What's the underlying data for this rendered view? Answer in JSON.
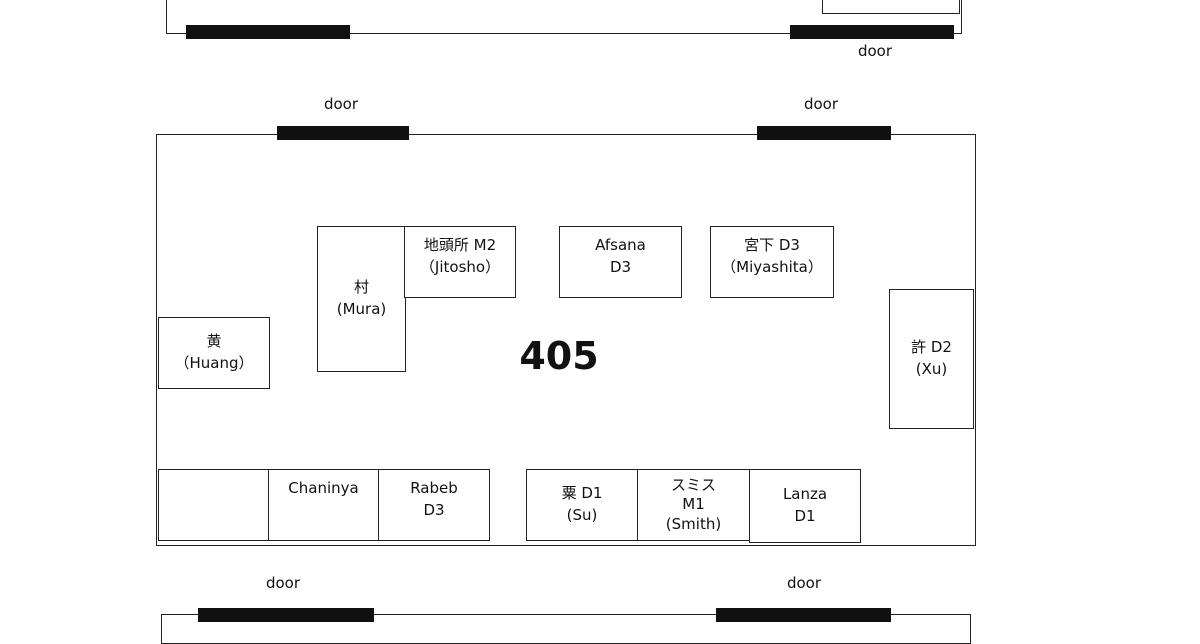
{
  "room": {
    "number": "405"
  },
  "door_label": "door",
  "desks": [
    {
      "id": "mura",
      "line1": "村",
      "line2": "(Mura)"
    },
    {
      "id": "jitosho",
      "line1": "地頭所 M2",
      "line2": "（Jitosho）"
    },
    {
      "id": "afsana",
      "line1": "Afsana",
      "line2": "D3"
    },
    {
      "id": "miyashita",
      "line1": "宮下 D3",
      "line2": "（Miyashita）"
    },
    {
      "id": "huang",
      "line1": "黄",
      "line2": "（Huang）"
    },
    {
      "id": "xu",
      "line1": "許 D2",
      "line2": "(Xu)"
    },
    {
      "id": "empty",
      "line1": "",
      "line2": ""
    },
    {
      "id": "chaninya",
      "line1": "Chaninya",
      "line2": ""
    },
    {
      "id": "rabeb",
      "line1": "Rabeb",
      "line2": "D3"
    },
    {
      "id": "su",
      "line1": "粟 D1",
      "line2": "(Su)"
    },
    {
      "id": "smith",
      "line1": "スミス",
      "line2": "M1",
      "line3": "(Smith)"
    },
    {
      "id": "lanza",
      "line1": "Lanza",
      "line2": "D1"
    }
  ]
}
